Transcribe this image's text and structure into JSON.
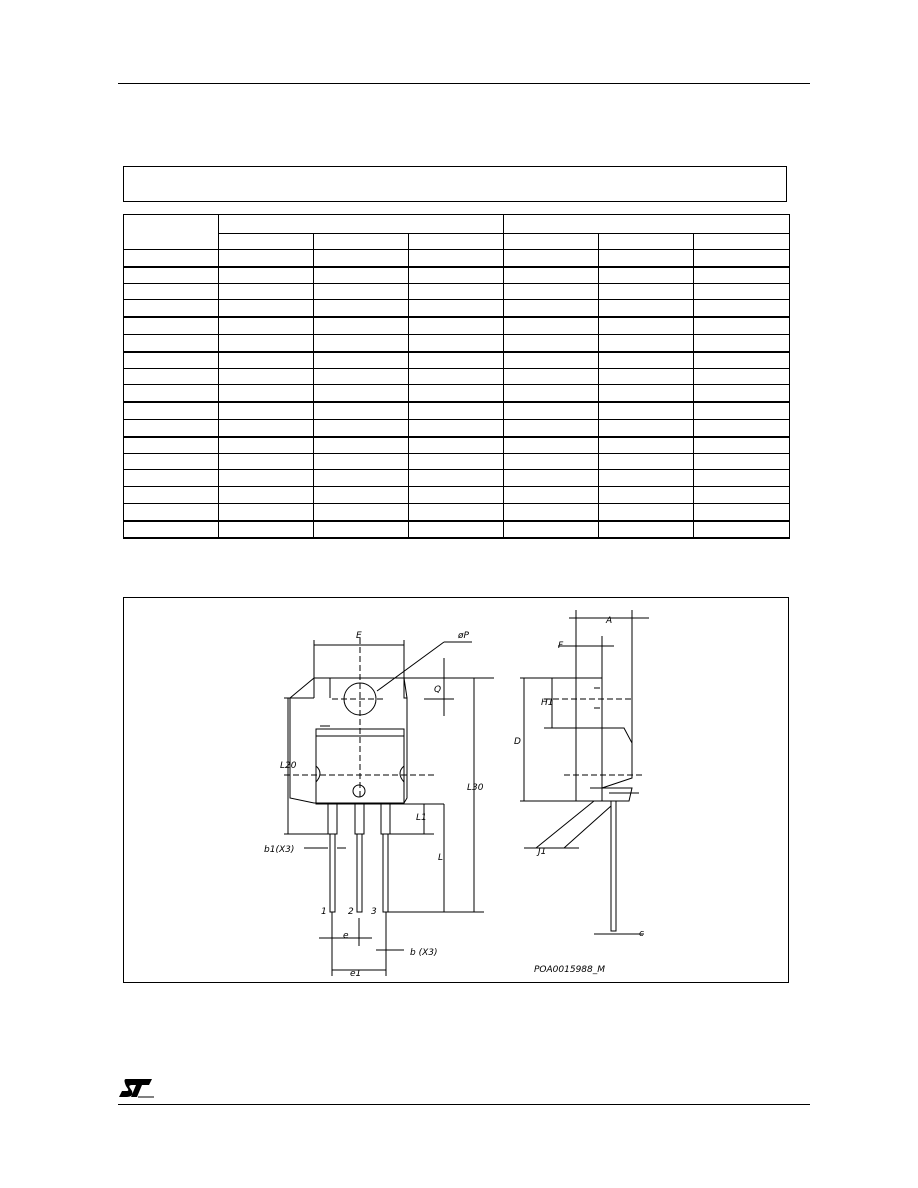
{
  "drawing": {
    "labels": {
      "E": "E",
      "phiP": "øP",
      "Q": "Q",
      "L20": "L20",
      "L30": "L30",
      "L1": "L1",
      "L": "L",
      "b1": "b1(X3)",
      "pin1": "1",
      "pin2": "2",
      "pin3": "3",
      "e": "e",
      "e1": "e1",
      "b": "b  (X3)",
      "A": "A",
      "F": "F",
      "H1": "H1",
      "D": "D",
      "J1": "J1",
      "c": "c",
      "code": "POA0015988_M"
    }
  },
  "colors": {
    "ink": "#000000",
    "background": "#ffffff"
  },
  "logo": {
    "icon": "st-logo-icon"
  }
}
